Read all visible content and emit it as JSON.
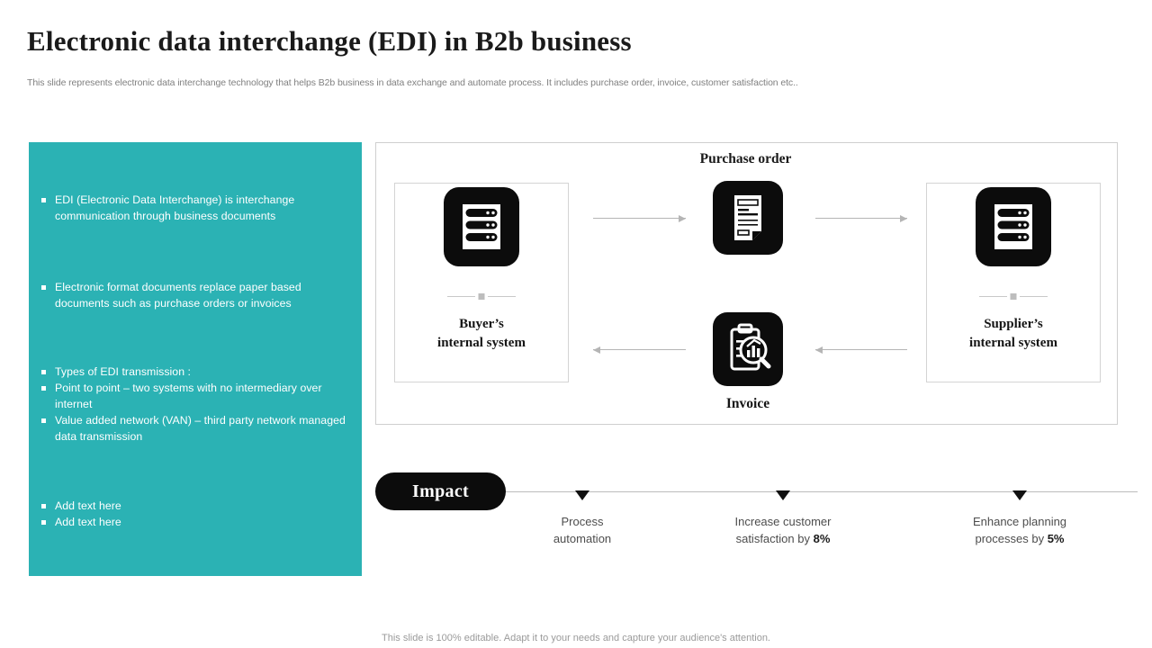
{
  "header": {
    "title": "Electronic data interchange (EDI) in B2b business",
    "subtitle": "This slide represents electronic data interchange technology that helps B2b business in data exchange and automate process. It includes purchase order, invoice, customer satisfaction etc.."
  },
  "colors": {
    "teal_panel": "#2BB2B4",
    "icon_tile": "#0C0C0C",
    "arrow_gray": "#B5B5B5",
    "border_gray": "#CFCFCF",
    "subtitle_gray": "#808080",
    "footer_gray": "#9A9A9A"
  },
  "sidebar": {
    "groups": [
      {
        "items": [
          "EDI (Electronic Data Interchange) is interchange communication through business documents"
        ]
      },
      {
        "items": [
          "Electronic format documents replace paper based documents such as purchase orders or invoices"
        ]
      },
      {
        "items": [
          "Types of EDI transmission :",
          "Point to point – two systems with no intermediary over internet",
          "Value added network (VAN) – third party network managed data transmission"
        ]
      },
      {
        "items": [
          "Add text here",
          "Add text here"
        ]
      }
    ]
  },
  "diagram": {
    "heading": "Purchase order",
    "buyer": {
      "label_line1": "Buyer’s",
      "label_line2": "internal system",
      "icon": "server-rack-icon"
    },
    "supplier": {
      "label_line1": "Supplier’s",
      "label_line2": "internal system",
      "icon": "server-rack-icon"
    },
    "purchase_order": {
      "icon": "document-icon"
    },
    "invoice": {
      "label": "Invoice",
      "icon": "clipboard-analysis-icon"
    },
    "arrows": [
      {
        "name": "buyer-to-purchase-order",
        "direction": "right"
      },
      {
        "name": "purchase-order-to-supplier",
        "direction": "right"
      },
      {
        "name": "invoice-to-buyer",
        "direction": "left"
      },
      {
        "name": "supplier-to-invoice",
        "direction": "left"
      }
    ]
  },
  "impact": {
    "badge": "Impact",
    "items": [
      {
        "line1": "Process",
        "line2": "automation",
        "value": ""
      },
      {
        "line1": "Increase  customer",
        "line2_prefix": "satisfaction by ",
        "value": "8%"
      },
      {
        "line1": "Enhance planning",
        "line2_prefix": "processes by ",
        "value": "5%"
      }
    ]
  },
  "footer": {
    "note": "This slide is 100% editable. Adapt it to your needs and capture your audience's attention."
  }
}
